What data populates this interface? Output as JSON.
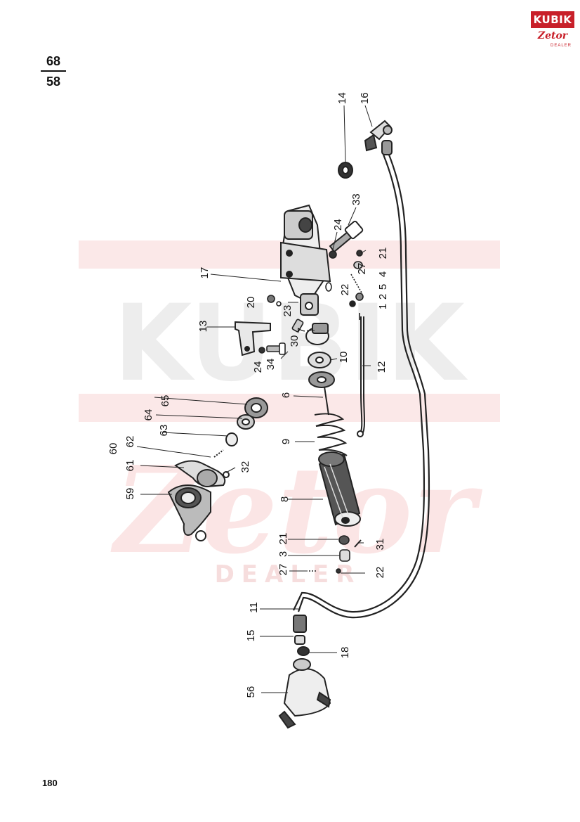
{
  "header": {
    "fraction_top": "68",
    "fraction_bottom": "58"
  },
  "logo": {
    "brand": "KUBIK",
    "sub": "Zetor",
    "tag": "DEALER"
  },
  "watermark": {
    "brand": "KUBIK",
    "sub": "Zetor",
    "tag": "DEALER"
  },
  "page_number": "180",
  "part_labels": [
    "14",
    "16",
    "33",
    "24",
    "21",
    "4",
    "5",
    "1",
    "2",
    "27",
    "22",
    "17",
    "20",
    "23",
    "13",
    "30",
    "7",
    "24",
    "34",
    "10",
    "12",
    "65",
    "64",
    "6",
    "63",
    "62",
    "60",
    "61",
    "32",
    "9",
    "59",
    "8",
    "21",
    "31",
    "3",
    "27",
    "22",
    "11",
    "15",
    "18",
    "56"
  ],
  "colors": {
    "ink": "#111111",
    "watermark": "#c8202a",
    "watermark_gray": "#e6e6e6"
  }
}
